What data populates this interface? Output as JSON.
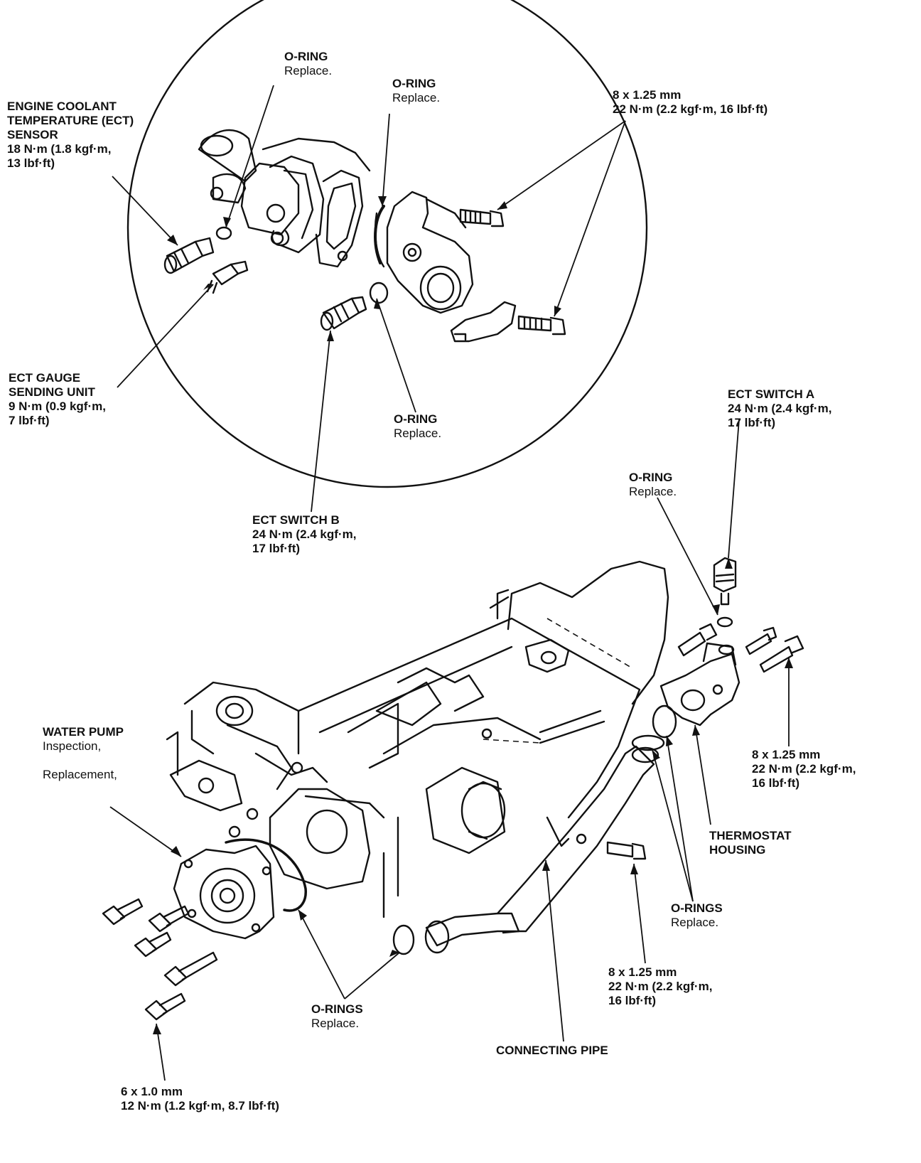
{
  "labels": {
    "ect_sensor": {
      "title": [
        "ENGINE COOLANT",
        "TEMPERATURE (ECT)",
        "SENSOR"
      ],
      "spec": [
        "18 N·m (1.8 kgf·m,",
        "13 lbf·ft)"
      ]
    },
    "oring_top_left": {
      "title": "O-RING",
      "note": "Replace."
    },
    "oring_top_mid": {
      "title": "O-RING",
      "note": "Replace."
    },
    "bolt_top_right": {
      "size": "8 x 1.25 mm",
      "torque": "22 N·m (2.2 kgf·m, 16 lbf·ft)"
    },
    "ect_gauge": {
      "title": [
        "ECT GAUGE",
        "SENDING UNIT"
      ],
      "spec": [
        "9 N·m (0.9 kgf·m,",
        "7 lbf·ft)"
      ]
    },
    "oring_circle_bottom": {
      "title": "O-RING",
      "note": "Replace."
    },
    "ect_switch_a": {
      "title": "ECT SWITCH A",
      "spec": [
        "24 N·m (2.4 kgf·m,",
        "17 lbf·ft)"
      ]
    },
    "oring_right": {
      "title": "O-RING",
      "note": "Replace."
    },
    "ect_switch_b": {
      "title": "ECT SWITCH B",
      "spec": [
        "24 N·m (2.4 kgf·m,",
        "17 lbf·ft)"
      ]
    },
    "water_pump": {
      "title": "WATER PUMP",
      "notes": [
        "Inspection,",
        "Replacement,"
      ]
    },
    "bolt_thermostat": {
      "size": "8 x 1.25 mm",
      "spec": [
        "22 N·m (2.2 kgf·m,",
        "16 lbf·ft)"
      ]
    },
    "thermostat_housing": {
      "title": [
        "THERMOSTAT",
        "HOUSING"
      ]
    },
    "orings_right": {
      "title": "O-RINGS",
      "note": "Replace."
    },
    "bolt_pipe": {
      "size": "8 x 1.25 mm",
      "spec": [
        "22 N·m (2.2 kgf·m,",
        "16 lbf·ft)"
      ]
    },
    "orings_bottom": {
      "title": "O-RINGS",
      "note": "Replace."
    },
    "connecting_pipe": {
      "title": "CONNECTING PIPE"
    },
    "bolt_pump": {
      "size": "6 x 1.0 mm",
      "torque": "12 N·m (1.2 kgf·m, 8.7 lbf·ft)"
    }
  }
}
